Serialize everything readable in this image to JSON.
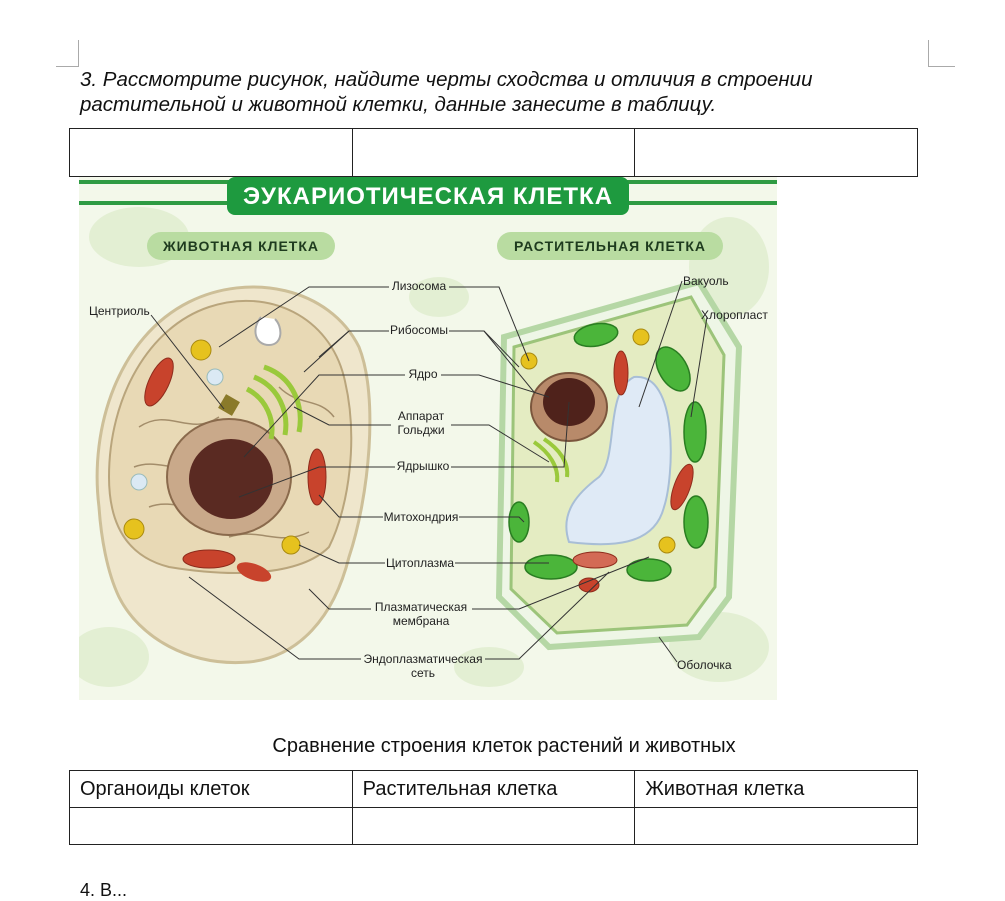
{
  "task": {
    "line1": "3. Рассмотрите рисунок, найдите черты сходства и отличия в строении",
    "line2": "растительной и животной клетки, данные занесите в таблицу."
  },
  "top_table": {
    "cells": [
      "",
      "",
      ""
    ]
  },
  "figure": {
    "title": "ЭУКАРИОТИЧЕСКАЯ КЛЕТКА",
    "animal_title": "ЖИВОТНАЯ КЛЕТКА",
    "plant_title": "РАСТИТЕЛЬНАЯ КЛЕТКА",
    "labels": {
      "centriole": "Центриоль",
      "lysosome": "Лизосома",
      "ribosomes": "Рибосомы",
      "nucleus": "Ядро",
      "golgi_1": "Аппарат",
      "golgi_2": "Гольджи",
      "nucleolus": "Ядрышко",
      "mitochondria": "Митохондрия",
      "cytoplasm": "Цитоплазма",
      "membrane_1": "Плазматическая",
      "membrane_2": "мембрана",
      "er_1": "Эндоплазматическая",
      "er_2": "сеть",
      "vacuole": "Вакуоль",
      "chloroplast": "Хлоропласт",
      "wall": "Оболочка"
    }
  },
  "caption": "Сравнение строения клеток растений и животных",
  "bottom_table": {
    "headers": [
      "Органоиды клеток",
      "Растительная клетка",
      "Животная клетка"
    ],
    "row": [
      "",
      "",
      ""
    ]
  },
  "cut_text": "4. В..."
}
